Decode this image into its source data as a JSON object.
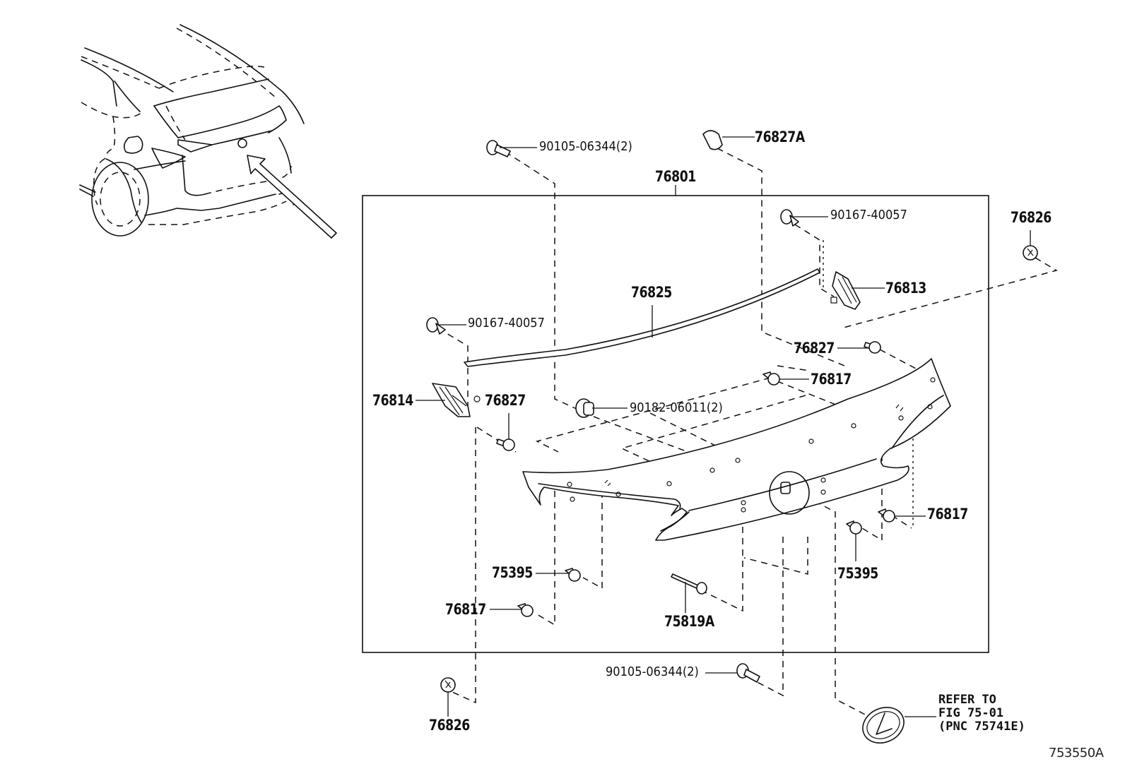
{
  "diagram": {
    "figure_code": "753550A",
    "assembly_label": "76801",
    "parts": {
      "bolt_top": "90105-06344(2)",
      "bolt_bottom": "90105-06344(2)",
      "clip_top": "76827A",
      "screw_right": "90167-40057",
      "screw_left": "90167-40057",
      "nut_right": "76826",
      "nut_left": "76826",
      "bracket_right": "76813",
      "bracket_left": "76814",
      "molding": "76825",
      "clip_right": "76827",
      "clip_left": "76827",
      "clip_upper_right": "76817",
      "clip_lower_right": "76817",
      "clip_lower_left": "76817",
      "grommet": "90182-06011(2)",
      "retainer_left": "75395",
      "retainer_right": "75395",
      "stay": "75819A"
    },
    "note": {
      "line1": "REFER TO",
      "line2": "FIG 75-01",
      "line3": "(PNC 75741E)"
    },
    "icons": {
      "vehicle": "vehicle-rear-view-icon",
      "arrow": "location-arrow-icon",
      "emblem": "lexus-emblem-icon"
    }
  }
}
